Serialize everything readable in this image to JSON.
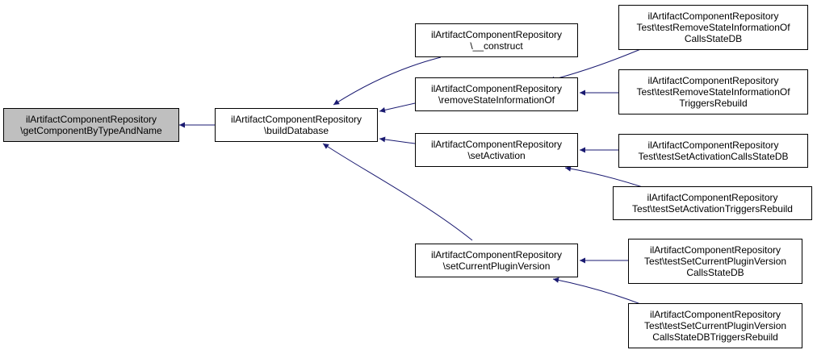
{
  "colors": {
    "edge": "#191970",
    "root_fill": "#bfbfbf",
    "node_fill": "#ffffff",
    "border": "#000000"
  },
  "nodes": {
    "root": [
      "ilArtifactComponentRepository",
      "\\getComponentByTypeAndName"
    ],
    "build_database": [
      "ilArtifactComponentRepository",
      "\\buildDatabase"
    ],
    "construct": [
      "ilArtifactComponentRepository",
      "\\__construct"
    ],
    "remove_state_information_of": [
      "ilArtifactComponentRepository",
      "\\removeStateInformationOf"
    ],
    "set_activation": [
      "ilArtifactComponentRepository",
      "\\setActivation"
    ],
    "set_current_plugin_version": [
      "ilArtifactComponentRepository",
      "\\setCurrentPluginVersion"
    ],
    "test_remove_calls_state_db": [
      "ilArtifactComponentRepository",
      "Test\\testRemoveStateInformationOf",
      "CallsStateDB"
    ],
    "test_remove_triggers_rebuild": [
      "ilArtifactComponentRepository",
      "Test\\testRemoveStateInformationOf",
      "TriggersRebuild"
    ],
    "test_set_activation_calls_state_db": [
      "ilArtifactComponentRepository",
      "Test\\testSetActivationCallsStateDB"
    ],
    "test_set_activation_triggers_rebuild": [
      "ilArtifactComponentRepository",
      "Test\\testSetActivationTriggersRebuild"
    ],
    "test_set_current_plugin_version_calls_state_db": [
      "ilArtifactComponentRepository",
      "Test\\testSetCurrentPluginVersion",
      "CallsStateDB"
    ],
    "test_set_current_plugin_version_triggers_rebuild": [
      "ilArtifactComponentRepository",
      "Test\\testSetCurrentPluginVersion",
      "CallsStateDBTriggersRebuild"
    ]
  }
}
